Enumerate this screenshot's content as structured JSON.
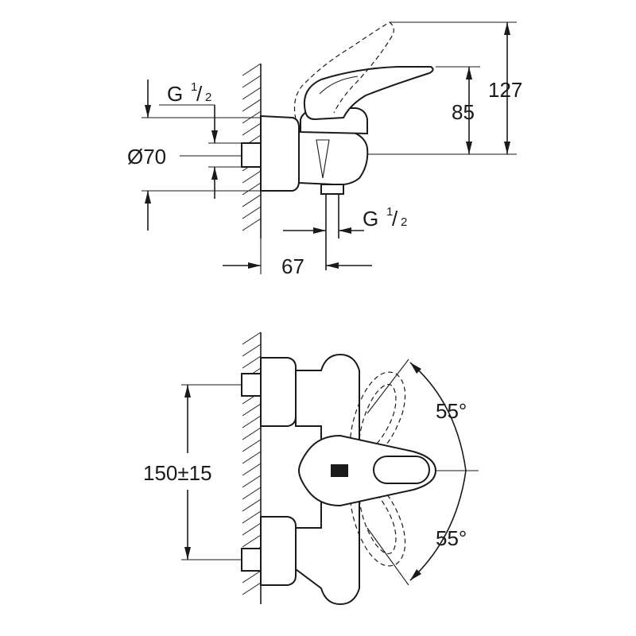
{
  "side_view": {
    "dim_total_height": "127",
    "dim_handle_height": "85",
    "dim_diameter": "Ø70",
    "dim_wall_offset": "67",
    "thread_top": {
      "prefix": "G",
      "num": "1",
      "den": "2"
    },
    "thread_outlet": {
      "prefix": "G",
      "num": "1",
      "den": "2"
    }
  },
  "front_view": {
    "dim_centers": "150±15",
    "angle_upper": "55°",
    "angle_lower": "55°"
  }
}
